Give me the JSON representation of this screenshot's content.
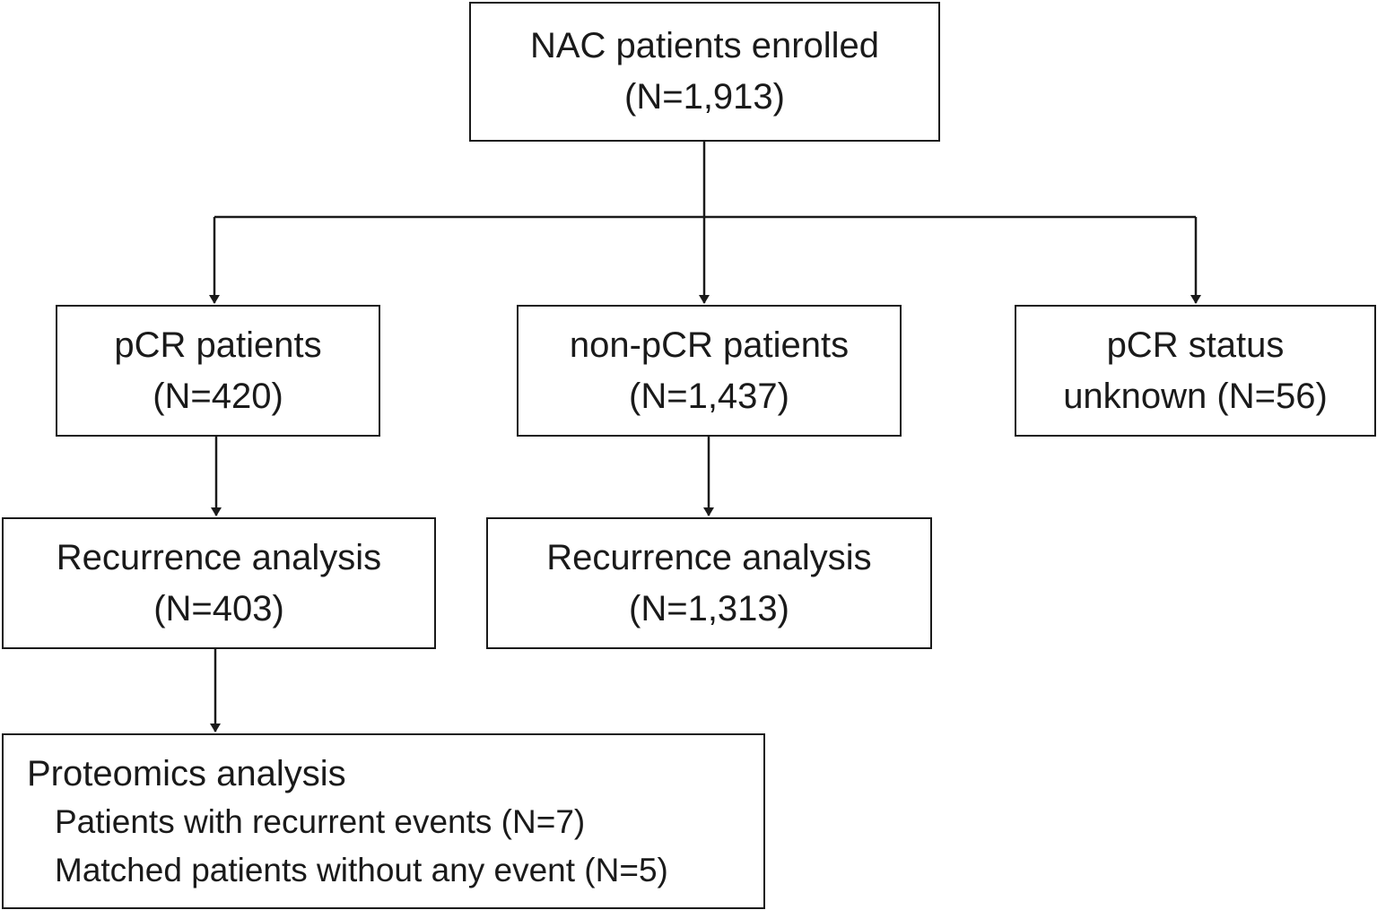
{
  "flowchart": {
    "enrolled": {
      "title": "NAC patients enrolled",
      "count": "(N=1,913)"
    },
    "pcr": {
      "title": "pCR patients",
      "count": "(N=420)"
    },
    "non_pcr": {
      "title": "non-pCR patients",
      "count": "(N=1,437)"
    },
    "unknown": {
      "title": "pCR status",
      "count": "unknown (N=56)"
    },
    "recurrence_pcr": {
      "title": "Recurrence analysis",
      "count": "(N=403)"
    },
    "recurrence_non_pcr": {
      "title": "Recurrence analysis",
      "count": "(N=1,313)"
    },
    "proteomics": {
      "title": "Proteomics analysis",
      "items": [
        "Patients with recurrent events (N=7)",
        "Matched patients without any event (N=5)"
      ]
    }
  },
  "colors": {
    "line": "#1a1a1a",
    "box_border": "#1a1a1a",
    "background": "#ffffff"
  }
}
